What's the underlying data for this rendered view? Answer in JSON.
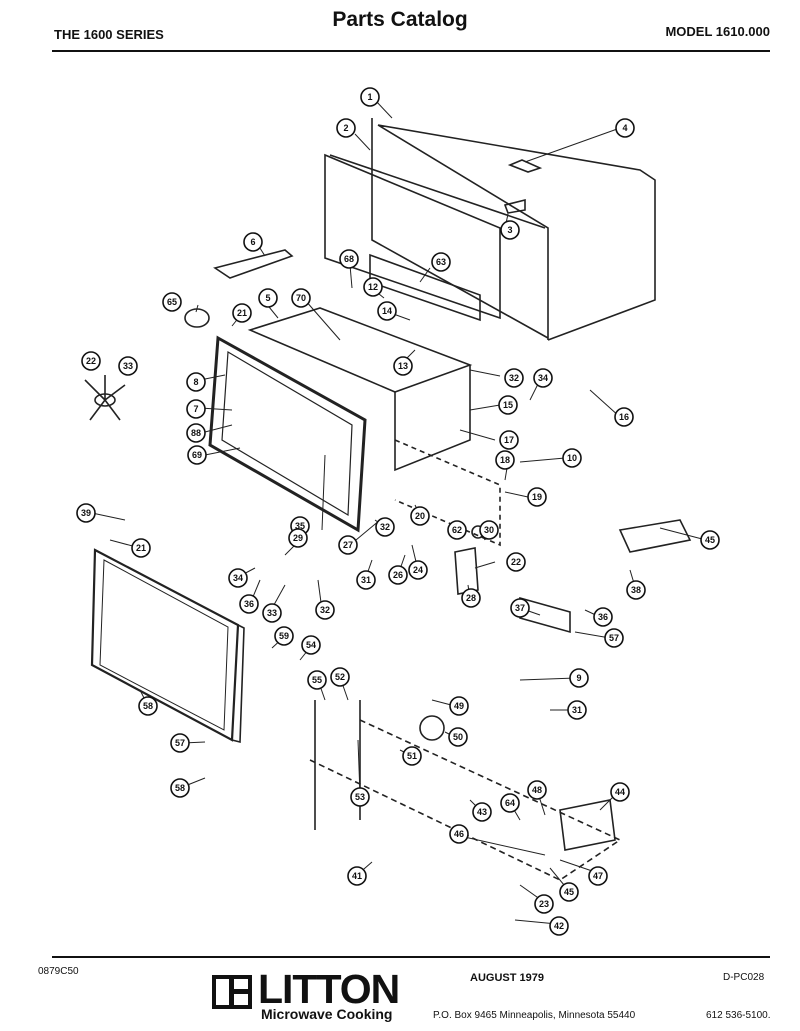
{
  "header": {
    "series": "THE 1600 SERIES",
    "title": "Parts Catalog",
    "model": "MODEL 1610.000"
  },
  "callouts": [
    "1",
    "2",
    "4",
    "3",
    "6",
    "68",
    "63",
    "12",
    "14",
    "65",
    "21",
    "5",
    "70",
    "13",
    "22",
    "33",
    "8",
    "7",
    "88",
    "69",
    "32",
    "34",
    "15",
    "16",
    "17",
    "10",
    "18",
    "19",
    "39",
    "21",
    "20",
    "35",
    "62",
    "27",
    "30",
    "22",
    "32",
    "31",
    "26",
    "24",
    "28",
    "29",
    "34",
    "36",
    "33",
    "32",
    "45",
    "38",
    "37",
    "36",
    "57",
    "59",
    "54",
    "58",
    "55",
    "52",
    "49",
    "9",
    "31",
    "50",
    "51",
    "57",
    "53",
    "58",
    "43",
    "64",
    "48",
    "44",
    "41",
    "46",
    "47",
    "45",
    "23",
    "42"
  ],
  "footer": {
    "doc_number": "0879C50",
    "date": "AUGUST 1979",
    "pub_number": "D-PC028",
    "brand": "LITTON",
    "tagline": "Microwave Cooking",
    "address": "P.O. Box 9465   Minneapolis, Minnesota 55440",
    "phone": "612  536-5100."
  }
}
